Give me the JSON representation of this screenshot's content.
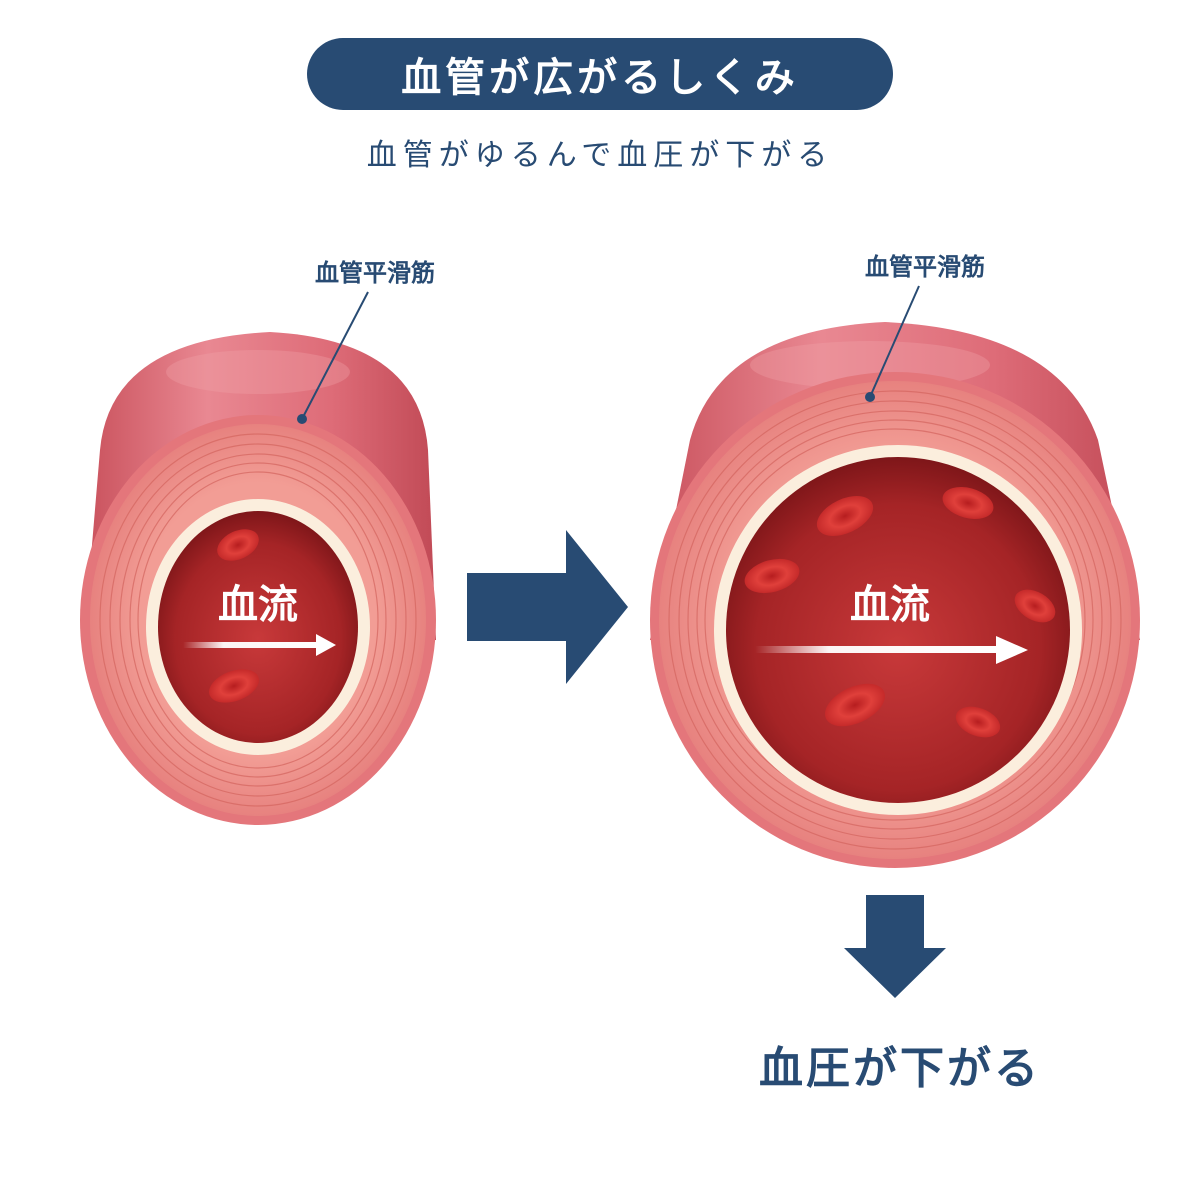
{
  "title": "血管が広がるしくみ",
  "subtitle": "血管がゆるんで血圧が下がる",
  "left_vessel": {
    "muscle_label": "血管平滑筋",
    "flow_label": "血流"
  },
  "right_vessel": {
    "muscle_label": "血管平滑筋",
    "flow_label": "血流"
  },
  "result": "血圧が下がる",
  "colors": {
    "navy": "#284b73",
    "vessel_outer": "#e0707a",
    "vessel_muscle": "#ec8c88",
    "intima": "#fbeedd",
    "lumen": "#b62a2a",
    "red_cell": "#d8322f"
  },
  "icons": [
    "right-arrow-icon",
    "down-arrow-icon"
  ]
}
